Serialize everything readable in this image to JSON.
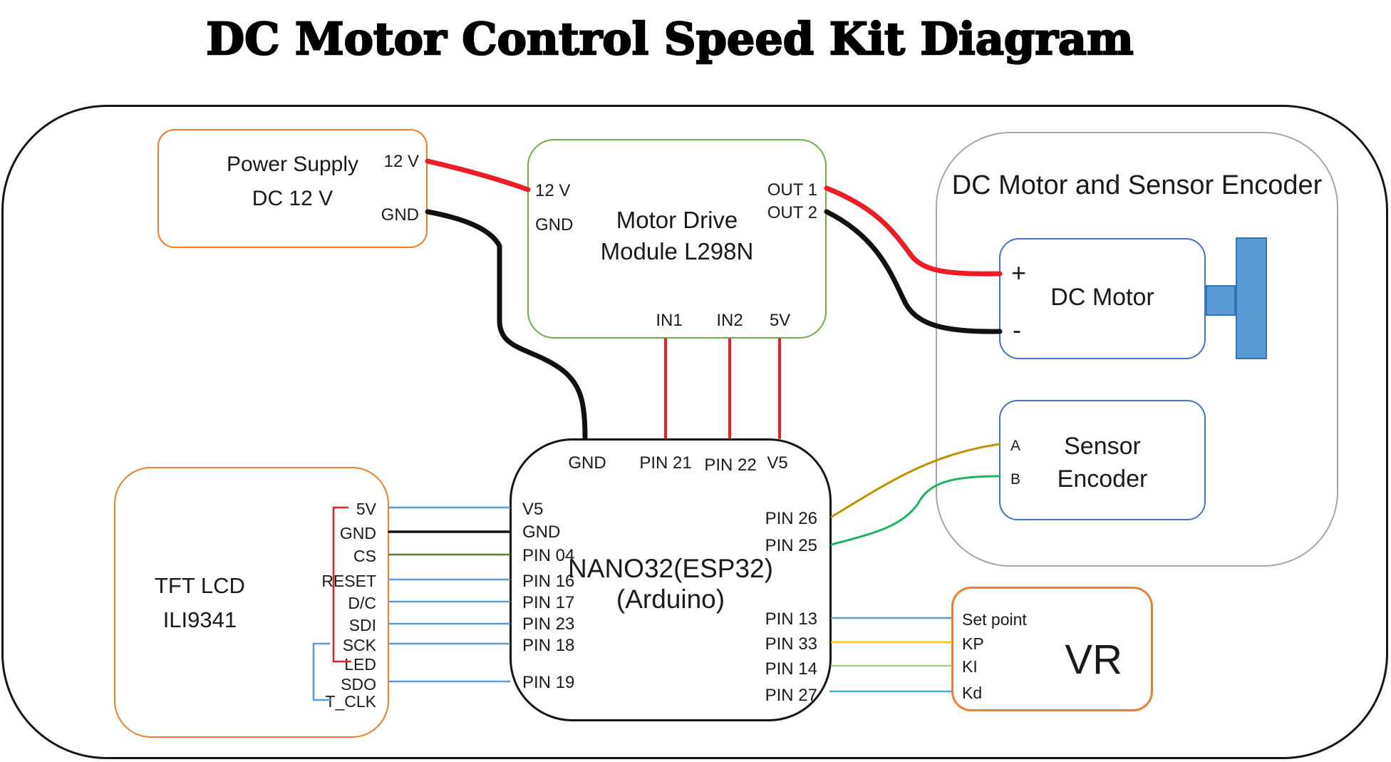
{
  "title": "DC Motor Control Speed Kit Diagram",
  "colors": {
    "outline_black": "#161616",
    "orange_box": "#ED7D31",
    "green_box": "#70AD47",
    "blue_box": "#4472C4",
    "gray_box": "#A6A6A6",
    "shaft_fill": "#5B9BD5",
    "shaft_stroke": "#2E75B6",
    "wire_red": "#EE1C25",
    "wire_black": "#111111",
    "wire_blue": "#5B9BD5",
    "wire_dark_green": "#538135",
    "wire_gold": "#BF9000",
    "wire_green": "#1CB45C",
    "wire_yellow": "#FFC000",
    "wire_light_green": "#A9D18E",
    "wire_teal": "#4BACC6"
  },
  "power_supply": {
    "name_line1": "Power Supply",
    "name_line2": "DC 12 V",
    "pin_12v": "12 V",
    "pin_gnd": "GND"
  },
  "motor_driver": {
    "name_line1": "Motor Drive",
    "name_line2": "Module L298N",
    "pin_12v": "12 V",
    "pin_gnd": "GND",
    "pin_out1": "OUT 1",
    "pin_out2": "OUT 2",
    "pin_in1": "IN1",
    "pin_in2": "IN2",
    "pin_5v": "5V"
  },
  "motor_group": {
    "title": "DC Motor and Sensor Encoder",
    "dc_motor": {
      "label": "DC Motor",
      "pin_plus": "+",
      "pin_minus": "-"
    },
    "sensor_encoder": {
      "name_line1": "Sensor",
      "name_line2": "Encoder",
      "pin_a": "A",
      "pin_b": "B"
    }
  },
  "mcu": {
    "name_line1": "NANO32(ESP32)",
    "name_line2": "(Arduino)",
    "top_pins": [
      "GND",
      "PIN 21",
      "PIN 22",
      "V5"
    ],
    "left_pins": [
      "V5",
      "GND",
      "PIN 04",
      "PIN 16",
      "PIN 17",
      "PIN 23",
      "PIN 18",
      "PIN 19"
    ],
    "right_pins": [
      "PIN 26",
      "PIN 25",
      "PIN 13",
      "PIN 33",
      "PIN 14",
      "PIN 27"
    ]
  },
  "tft": {
    "name_line1": "TFT LCD",
    "name_line2": "ILI9341",
    "pins": [
      "5V",
      "GND",
      "CS",
      "RESET",
      "D/C",
      "SDI",
      "SCK",
      "LED",
      "SDO",
      "T_CLK"
    ]
  },
  "vr": {
    "label": "VR",
    "pins": [
      "Set point",
      "KP",
      "KI",
      "Kd"
    ]
  }
}
